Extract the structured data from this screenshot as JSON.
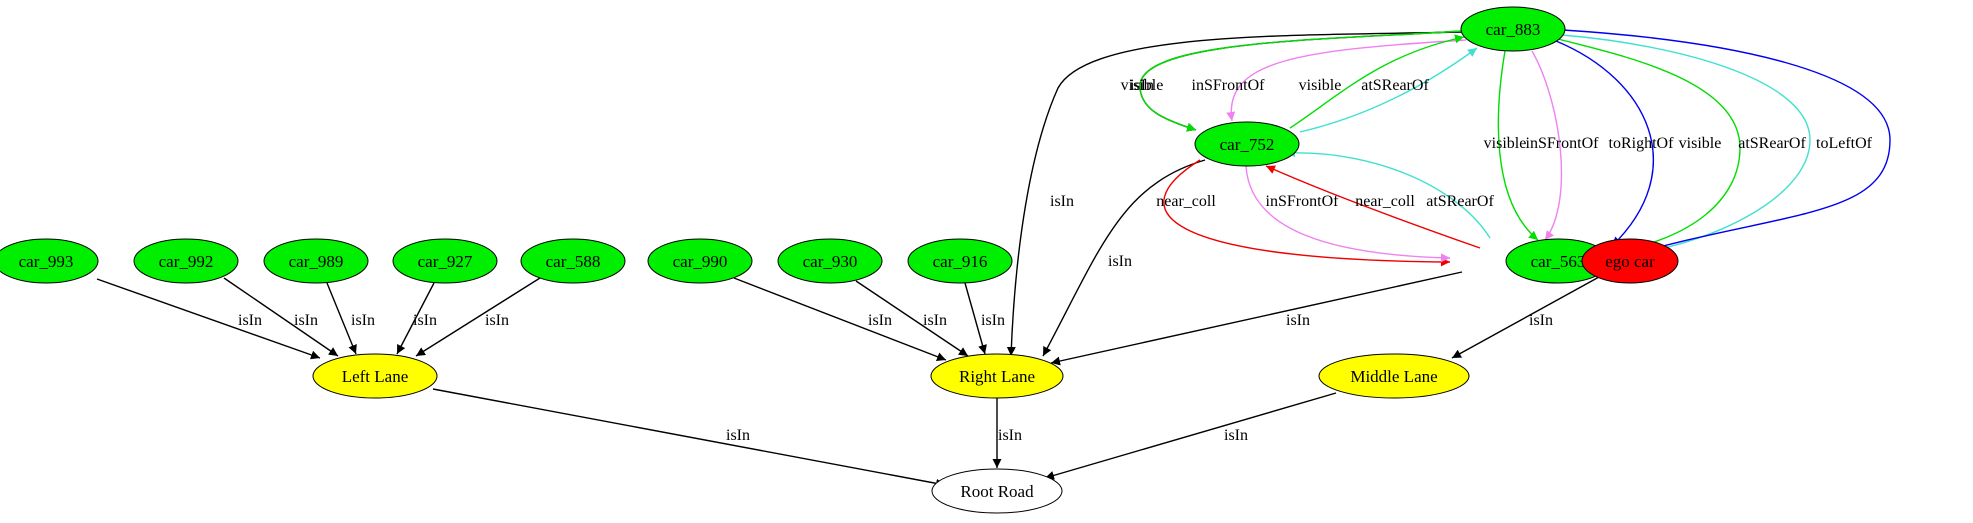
{
  "colors": {
    "car": "#00ee00",
    "lane": "#ffff00",
    "ego": "#ff0000",
    "road": "#ffffff",
    "black": "#000000",
    "green": "#00dd00",
    "violet": "#ee82ee",
    "turquoise": "#40e0d0",
    "blue": "#0000ee",
    "red": "#ee0000"
  },
  "nodes": [
    {
      "id": "car_883",
      "label": "car_883",
      "fill": "car"
    },
    {
      "id": "car_752",
      "label": "car_752",
      "fill": "car"
    },
    {
      "id": "car_993",
      "label": "car_993",
      "fill": "car"
    },
    {
      "id": "car_992",
      "label": "car_992",
      "fill": "car"
    },
    {
      "id": "car_989",
      "label": "car_989",
      "fill": "car"
    },
    {
      "id": "car_927",
      "label": "car_927",
      "fill": "car"
    },
    {
      "id": "car_588",
      "label": "car_588",
      "fill": "car"
    },
    {
      "id": "car_990",
      "label": "car_990",
      "fill": "car"
    },
    {
      "id": "car_930",
      "label": "car_930",
      "fill": "car"
    },
    {
      "id": "car_916",
      "label": "car_916",
      "fill": "car"
    },
    {
      "id": "car_563",
      "label": "car_563",
      "fill": "car"
    },
    {
      "id": "ego_car",
      "label": "ego car",
      "fill": "ego"
    },
    {
      "id": "left_lane",
      "label": "Left Lane",
      "fill": "lane"
    },
    {
      "id": "right_lane",
      "label": "Right Lane",
      "fill": "lane"
    },
    {
      "id": "middle_lane",
      "label": "Middle Lane",
      "fill": "lane"
    },
    {
      "id": "root_road",
      "label": "Root Road",
      "fill": "road"
    }
  ],
  "edges": [
    {
      "id": "e1",
      "label": "isIn",
      "color": "black"
    },
    {
      "id": "e2",
      "label": "isIn",
      "color": "black"
    },
    {
      "id": "e3",
      "label": "isIn",
      "color": "black"
    },
    {
      "id": "e4",
      "label": "isIn",
      "color": "black"
    },
    {
      "id": "e5",
      "label": "isIn",
      "color": "black"
    },
    {
      "id": "e6",
      "label": "isIn",
      "color": "black"
    },
    {
      "id": "e7",
      "label": "isIn",
      "color": "black"
    },
    {
      "id": "e8",
      "label": "isIn",
      "color": "black"
    },
    {
      "id": "e9",
      "label": "isIn",
      "color": "black"
    },
    {
      "id": "e10",
      "label": "isIn",
      "color": "black"
    },
    {
      "id": "e11",
      "label": "isIn",
      "color": "black"
    },
    {
      "id": "e12",
      "label": "isIn",
      "color": "black"
    },
    {
      "id": "e13",
      "label": "isIn",
      "color": "black"
    },
    {
      "id": "e14",
      "label": "isIn",
      "color": "black"
    },
    {
      "id": "e15",
      "label": "isIn",
      "color": "black"
    },
    {
      "id": "e16",
      "label": "isIn",
      "color": "black"
    },
    {
      "id": "e17",
      "label": "visible",
      "color": "green"
    },
    {
      "id": "e18",
      "label": "inSFrontOf",
      "color": "violet"
    },
    {
      "id": "e19",
      "label": "visible",
      "color": "green"
    },
    {
      "id": "e20",
      "label": "atSRearOf",
      "color": "turquoise"
    },
    {
      "id": "e21",
      "label": "visible",
      "color": "green"
    },
    {
      "id": "e22",
      "label": "inSFrontOf",
      "color": "violet"
    },
    {
      "id": "e23",
      "label": "toRightOf",
      "color": "blue"
    },
    {
      "id": "e24",
      "label": "visible",
      "color": "green"
    },
    {
      "id": "e25",
      "label": "atSRearOf",
      "color": "turquoise"
    },
    {
      "id": "e26",
      "label": "toLeftOf",
      "color": "blue"
    },
    {
      "id": "e27",
      "label": "near_coll",
      "color": "red"
    },
    {
      "id": "e28",
      "label": "inSFrontOf",
      "color": "violet"
    },
    {
      "id": "e29",
      "label": "near_coll",
      "color": "red"
    },
    {
      "id": "e30",
      "label": "atSRearOf",
      "color": "turquoise"
    }
  ]
}
